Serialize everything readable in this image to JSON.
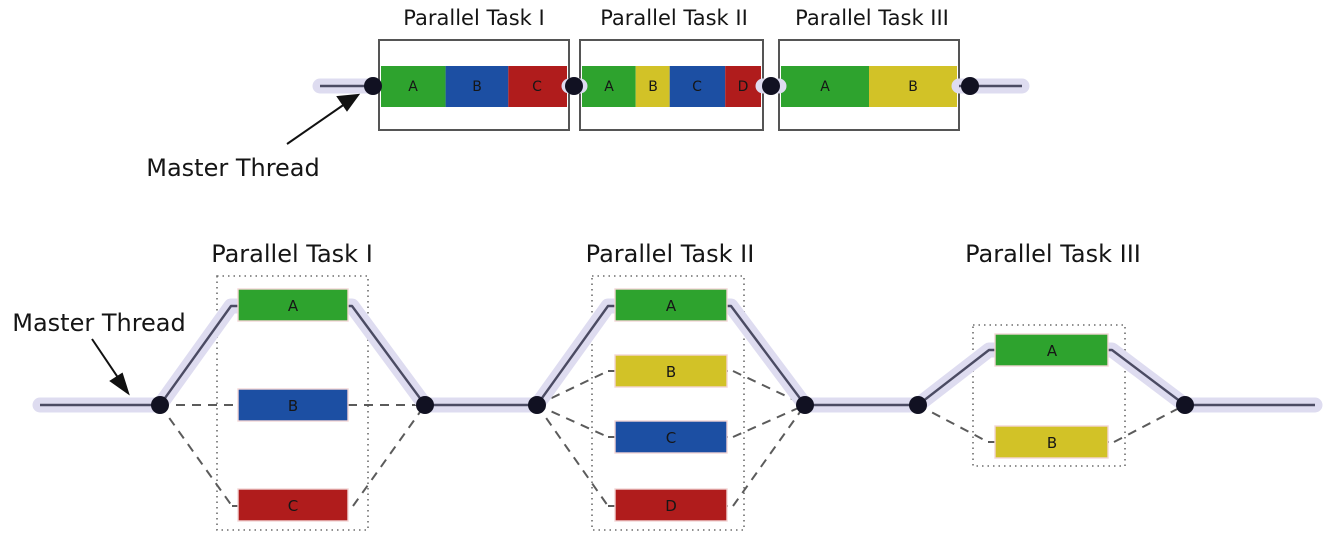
{
  "figure": {
    "title_master_thread": "Master Thread",
    "colors": {
      "green": "#2ea32e",
      "green_dark": "#2f9a36",
      "blue": "#1c4fa3",
      "red": "#b01c1c",
      "yellow": "#d2c227",
      "thread_halo": "#dedcf0",
      "thread_core": "#4b4b63",
      "node": "#111122",
      "dashed": "#5b5b5b",
      "dotted": "#6d6d6d",
      "frame": "#555555",
      "text": "#151515",
      "background": "#ffffff"
    }
  },
  "top_view": {
    "master_thread_label": "Master Thread",
    "tasks": [
      {
        "id": "task-1",
        "title": "Parallel Task I",
        "segments": [
          {
            "label": "A",
            "color": "green",
            "width_fraction": 0.34
          },
          {
            "label": "B",
            "color": "blue",
            "width_fraction": 0.33
          },
          {
            "label": "C",
            "color": "red",
            "width_fraction": 0.33
          }
        ]
      },
      {
        "id": "task-2",
        "title": "Parallel Task II",
        "segments": [
          {
            "label": "A",
            "color": "green",
            "width_fraction": 0.3
          },
          {
            "label": "B",
            "color": "yellow",
            "width_fraction": 0.19
          },
          {
            "label": "C",
            "color": "blue",
            "width_fraction": 0.31
          },
          {
            "label": "D",
            "color": "red",
            "width_fraction": 0.2
          }
        ]
      },
      {
        "id": "task-3",
        "title": "Parallel Task III",
        "segments": [
          {
            "label": "A",
            "color": "green",
            "width_fraction": 0.5
          },
          {
            "label": "B",
            "color": "yellow",
            "width_fraction": 0.5
          }
        ]
      }
    ]
  },
  "bottom_view": {
    "master_thread_label": "Master Thread",
    "tasks": [
      {
        "id": "task-1",
        "title": "Parallel Task I",
        "threads": [
          {
            "label": "A",
            "color": "green",
            "is_master_path": true
          },
          {
            "label": "B",
            "color": "blue",
            "is_master_path": false
          },
          {
            "label": "C",
            "color": "red",
            "is_master_path": false
          }
        ]
      },
      {
        "id": "task-2",
        "title": "Parallel Task II",
        "threads": [
          {
            "label": "A",
            "color": "green",
            "is_master_path": true
          },
          {
            "label": "B",
            "color": "yellow",
            "is_master_path": false
          },
          {
            "label": "C",
            "color": "blue",
            "is_master_path": false
          },
          {
            "label": "D",
            "color": "red",
            "is_master_path": false
          }
        ]
      },
      {
        "id": "task-3",
        "title": "Parallel Task III",
        "threads": [
          {
            "label": "A",
            "color": "green",
            "is_master_path": true
          },
          {
            "label": "B",
            "color": "yellow",
            "is_master_path": false
          }
        ]
      }
    ]
  }
}
